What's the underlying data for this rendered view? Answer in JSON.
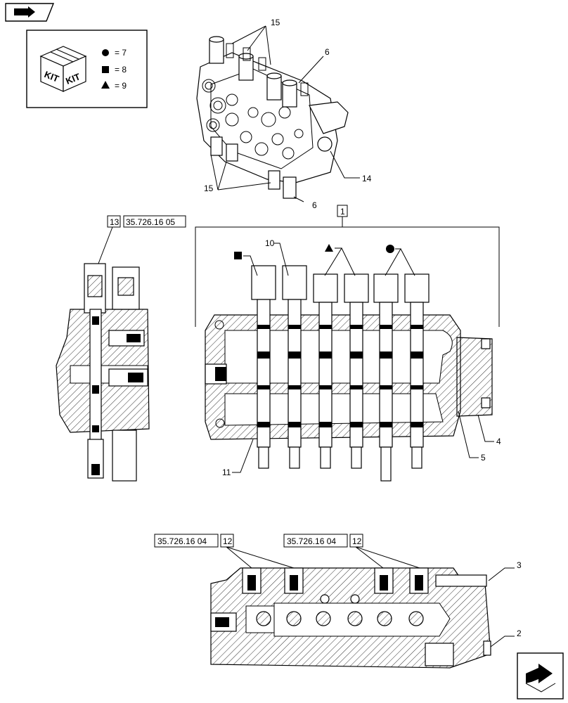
{
  "header_nav": {
    "icon": "forward-arrow-icon"
  },
  "kit_legend": {
    "kit_label_1": "KIT",
    "kit_label_2": "KIT",
    "items": [
      {
        "symbol": "circle",
        "text": "= 7"
      },
      {
        "symbol": "square",
        "text": "= 8"
      },
      {
        "symbol": "triangle",
        "text": "= 9"
      }
    ]
  },
  "callouts": {
    "c15a": "15",
    "c6a": "6",
    "c15b": "15",
    "c14": "14",
    "c6b": "6",
    "c1": "1",
    "c13": "13",
    "ref13": "35.726.16 05",
    "c10": "10",
    "c11": "11",
    "c4": "4",
    "c5": "5",
    "ref12a": "35.726.16 04",
    "c12a": "12",
    "ref12b": "35.726.16 04",
    "c12b": "12",
    "c3": "3",
    "c2": "2"
  },
  "footer_nav": {
    "icon": "return-arrow-icon"
  }
}
